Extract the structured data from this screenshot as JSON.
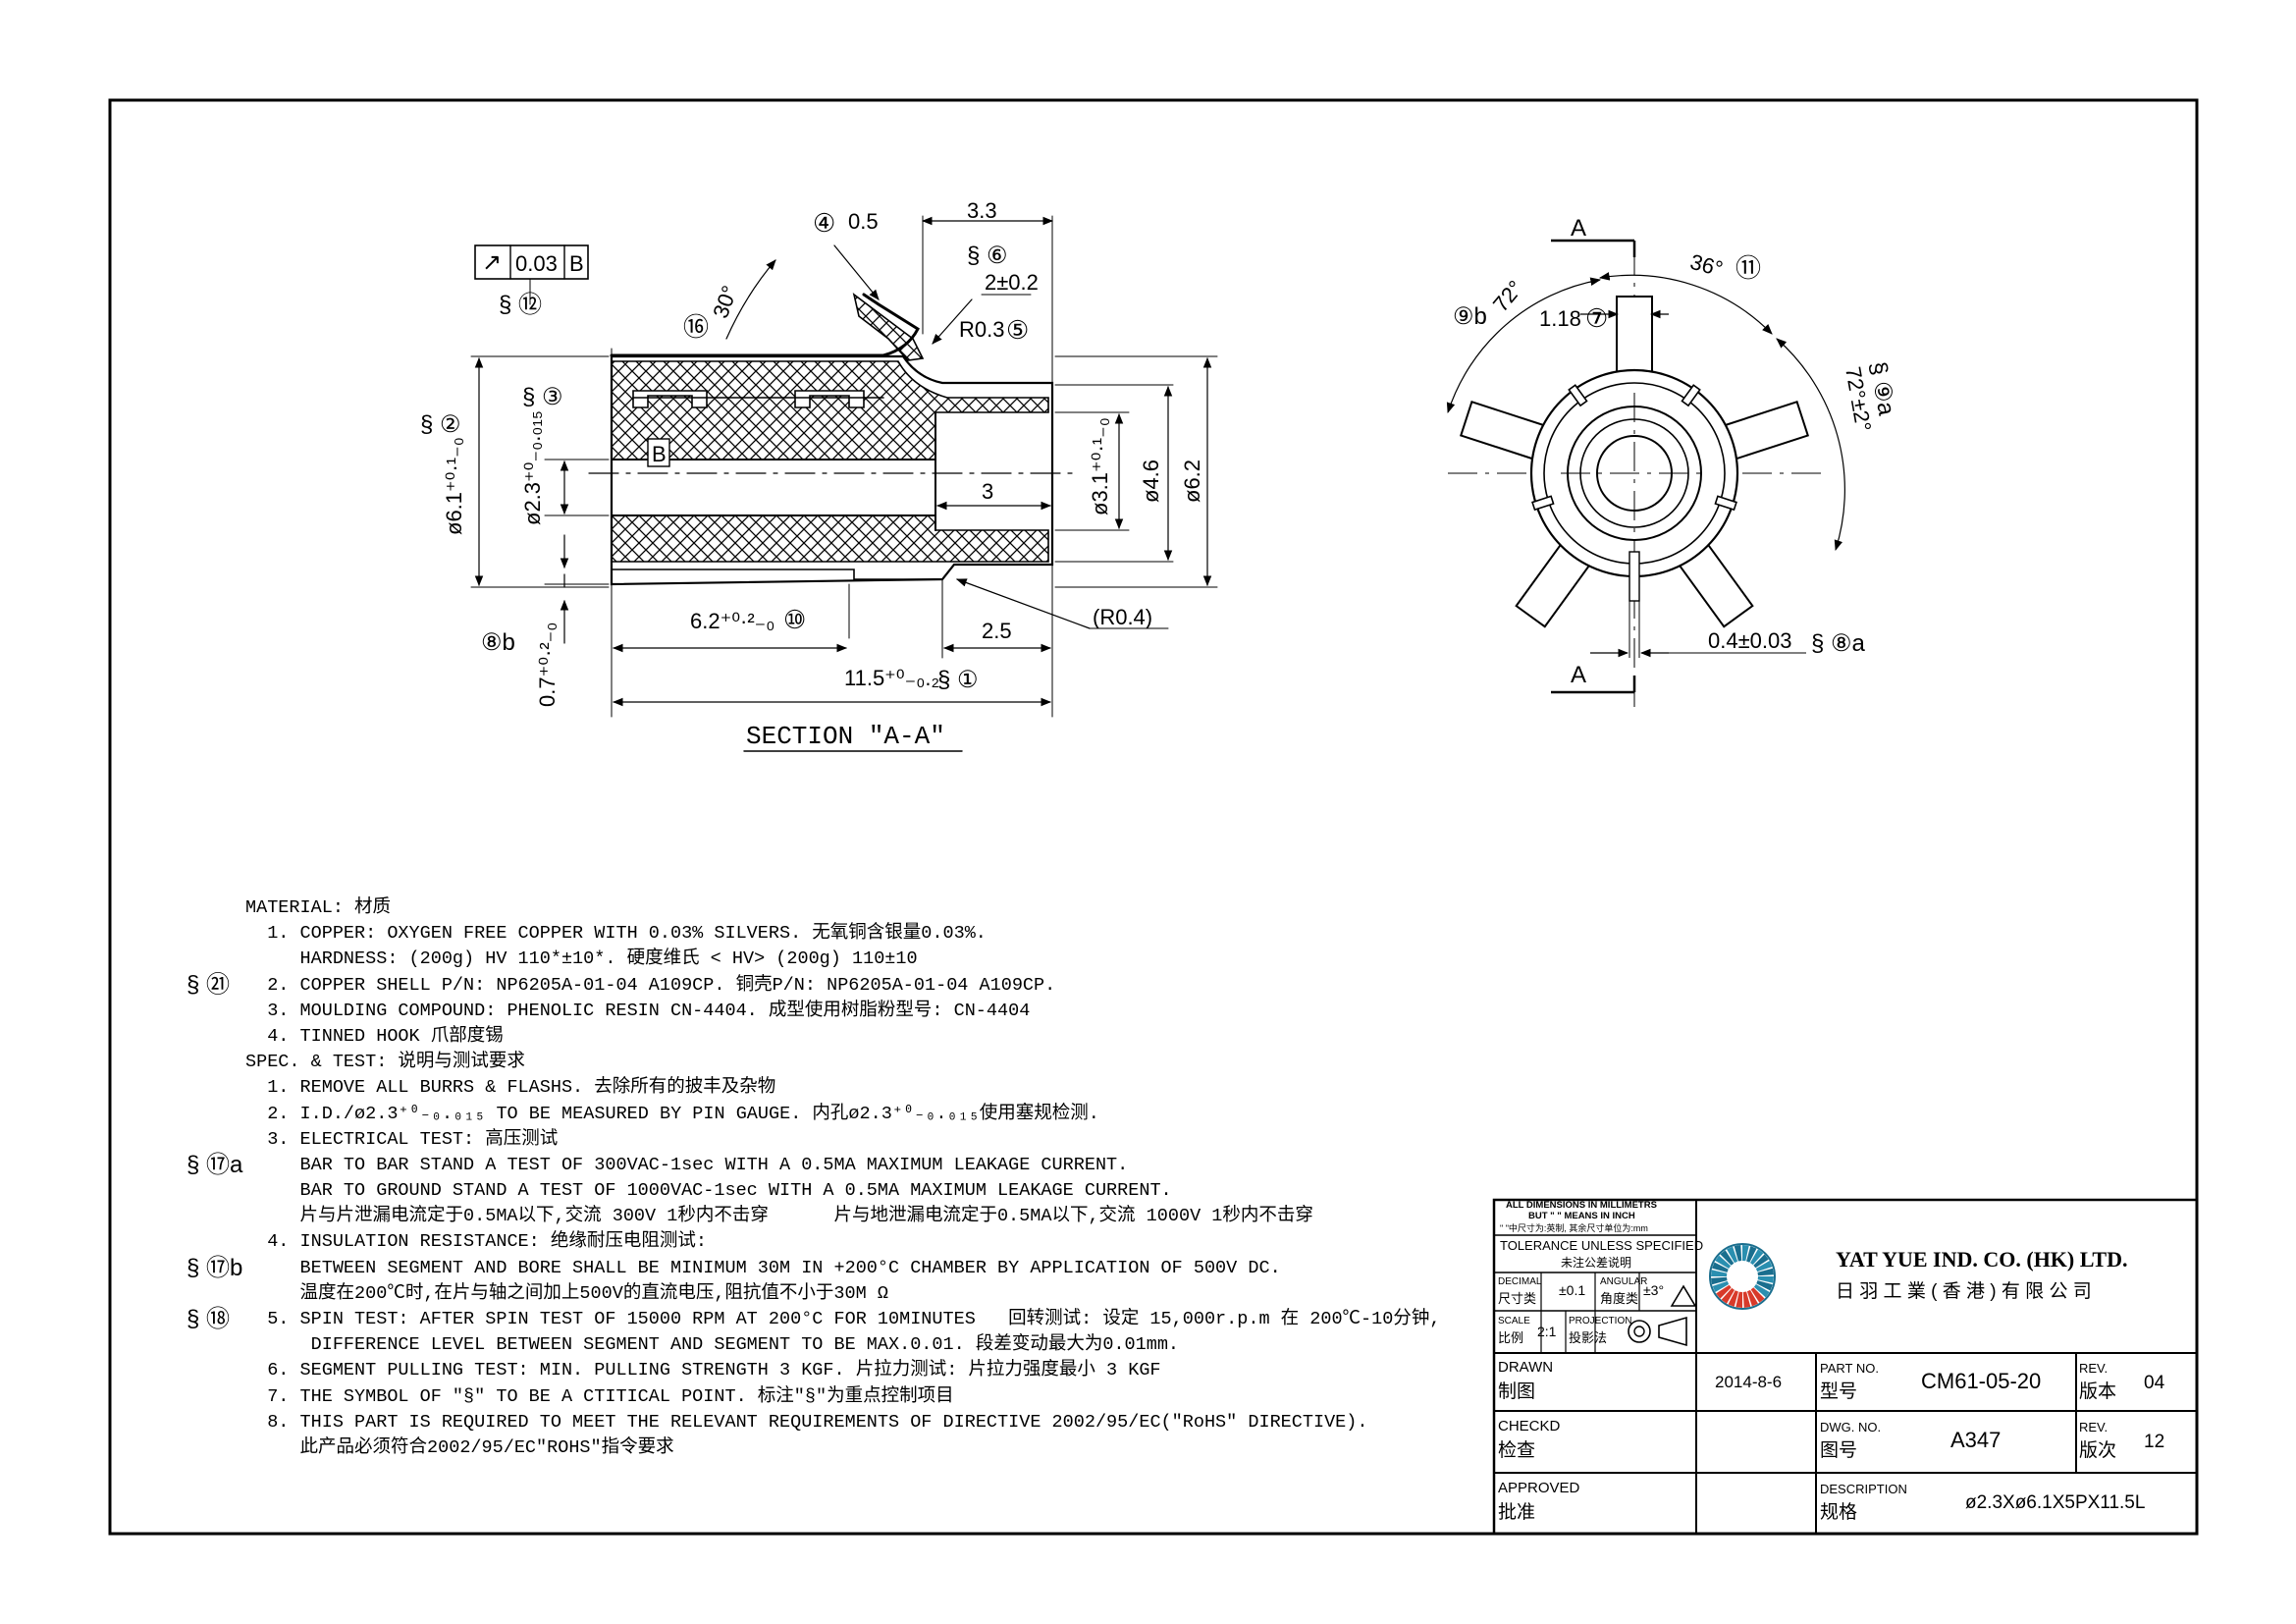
{
  "drawing": {
    "section_a_a": {
      "runout": "↗",
      "runout_value": "0.03",
      "runout_datum": "B",
      "crit_12": "§ ⑫",
      "d_4": "④",
      "d_0_5": "0.5",
      "d_3_3": "3.3",
      "crit_6": "§ ⑥",
      "d_2_0_2": "2±0.2",
      "d_16": "⑯",
      "d_30": "30°",
      "d_r03": "R0.3",
      "d_5": "⑤",
      "crit_3": "§ ③",
      "crit_2": "§ ②",
      "d_61": "ø6.1⁺⁰·¹₋₀",
      "d_23": "ø2.3⁺⁰₋₀.₀₁₅",
      "datum_b": "B",
      "d_3": "3",
      "d_31": "ø3.1⁺⁰·¹₋₀",
      "d_46": "ø4.6",
      "d_62": "ø6.2",
      "d_62_len": "6.2⁺⁰·²₋₀",
      "d_10": "⑩",
      "d_2_5": "2.5",
      "d_r04": "(R0.4)",
      "d_8b": "⑧b",
      "d_07": "0.7⁺⁰·²₋₀",
      "d_115": "11.5⁺⁰₋₀.₂",
      "crit_1": "§ ①",
      "title": "SECTION \"A-A\""
    },
    "end_view": {
      "a_top": "A",
      "a_bottom": "A",
      "d_36": "36°",
      "d_11": "⑪",
      "d_9b": "⑨b",
      "d_72": "72°",
      "d_118": "1.18",
      "d_7": "⑦",
      "d_72_2": "72°±2°",
      "crit_9a": "§ ⑨a",
      "d_04": "0.4±0.03",
      "crit_8a": "§ ⑧a"
    }
  },
  "notes": {
    "lines": [
      {
        "mark": "",
        "text": "MATERIAL: 材质"
      },
      {
        "mark": "",
        "text": "  1. COPPER: OXYGEN FREE COPPER WITH 0.03% SILVERS. 无氧铜含银量0.03%."
      },
      {
        "mark": "",
        "text": "     HARDNESS: (200g) HV 110*±10*. 硬度维氏 < HV> (200g) 110±10"
      },
      {
        "mark": "§ ㉑",
        "text": "  2. COPPER SHELL P/N: NP6205A-01-04 A109CP. 铜壳P/N: NP6205A-01-04 A109CP."
      },
      {
        "mark": "",
        "text": "  3. MOULDING COMPOUND: PHENOLIC RESIN CN-4404. 成型使用树脂粉型号: CN-4404"
      },
      {
        "mark": "",
        "text": "  4. TINNED HOOK 爪部度锡"
      },
      {
        "mark": "",
        "text": "SPEC. & TEST: 说明与测试要求"
      },
      {
        "mark": "",
        "text": "  1. REMOVE ALL BURRS & FLASHS. 去除所有的披丰及杂物"
      },
      {
        "mark": "",
        "text": "  2. I.D./ø2.3⁺⁰₋₀.₀₁₅ TO BE MEASURED BY PIN GAUGE. 内孔ø2.3⁺⁰₋₀.₀₁₅使用塞规检测."
      },
      {
        "mark": "",
        "text": "  3. ELECTRICAL TEST: 高压测试"
      },
      {
        "mark": "§ ⑰a",
        "text": "     BAR TO BAR STAND A TEST OF 300VAC-1sec WITH A 0.5MA MAXIMUM LEAKAGE CURRENT."
      },
      {
        "mark": "",
        "text": "     BAR TO GROUND STAND A TEST OF 1000VAC-1sec WITH A 0.5MA MAXIMUM LEAKAGE CURRENT."
      },
      {
        "mark": "",
        "text": "     片与片泄漏电流定于0.5MA以下,交流 300V 1秒内不击穿      片与地泄漏电流定于0.5MA以下,交流 1000V 1秒内不击穿"
      },
      {
        "mark": "",
        "text": "  4. INSULATION RESISTANCE: 绝缘耐压电阻测试:"
      },
      {
        "mark": "§ ⑰b",
        "text": "     BETWEEN SEGMENT AND BORE SHALL BE MINIMUM 30M IN +200°C CHAMBER BY APPLICATION OF 500V DC."
      },
      {
        "mark": "",
        "text": "     温度在200℃时,在片与轴之间加上500V的直流电压,阻抗值不小于30M Ω"
      },
      {
        "mark": "§ ⑱",
        "text": "  5. SPIN TEST: AFTER SPIN TEST OF 15000 RPM AT 200°C FOR 10MINUTES   回转测试: 设定 15,000r.p.m 在 200℃-10分钟,"
      },
      {
        "mark": "",
        "text": "      DIFFERENCE LEVEL BETWEEN SEGMENT AND SEGMENT TO BE MAX.0.01. 段差变动最大为0.01mm."
      },
      {
        "mark": "",
        "text": "  6. SEGMENT PULLING TEST: MIN. PULLING STRENGTH 3 KGF. 片拉力测试: 片拉力强度最小 3 KGF"
      },
      {
        "mark": "",
        "text": "  7. THE SYMBOL OF \"§\" TO BE A CTITICAL POINT. 标注\"§\"为重点控制项目"
      },
      {
        "mark": "",
        "text": "  8. THIS PART IS REQUIRED TO MEET THE RELEVANT REQUIREMENTS OF DIRECTIVE 2002/95/EC(\"RoHS\" DIRECTIVE)."
      },
      {
        "mark": "",
        "text": "     此产品必须符合2002/95/EC\"ROHS\"指令要求"
      }
    ]
  },
  "title_block": {
    "dims_note_1": "ALL DIMENSIONS IN MILLIMETRS",
    "dims_note_2": "BUT \" \" MEANS IN INCH",
    "dims_note_3": "\" \"中尺寸为:英制, 其余尺寸单位为:mm",
    "tolerance_title": "TOLERANCE UNLESS SPECIFIED",
    "tolerance_title_cn": "未注公差说明",
    "decimal_label": "DECIMAL",
    "decimal_label_cn": "尺寸类",
    "decimal_value": "±0.1",
    "angular_label": "ANGULAR",
    "angular_label_cn": "角度类",
    "angular_value": "±3°",
    "scale_label": "SCALE",
    "scale_label_cn": "比例",
    "scale_value": "2:1",
    "projection_label": "PROJECTION",
    "projection_label_cn": "投影法",
    "company_en": "YAT YUE IND. CO. (HK) LTD.",
    "company_cn": "日 羽 工 業 ( 香 港 ) 有 限 公 司",
    "drawn_label": "DRAWN",
    "drawn_label_cn": "制图",
    "drawn_date": "2014-8-6",
    "checked_label": "CHECKD",
    "checked_label_cn": "检查",
    "approved_label": "APPROVED",
    "approved_label_cn": "批准",
    "part_no_label": "PART NO.",
    "part_no_label_cn": "型号",
    "part_no": "CM61-05-20",
    "dwg_no_label": "DWG. NO.",
    "dwg_no_label_cn": "图号",
    "dwg_no": "A347",
    "description_label": "DESCRIPTION",
    "description_label_cn": "规格",
    "description": "ø2.3Xø6.1X5PX11.5L",
    "rev_label": "REV.",
    "rev_label_cn": "版本",
    "rev": "04",
    "rev2_label": "REV.",
    "rev2_label_cn": "版次",
    "rev2": "12"
  }
}
